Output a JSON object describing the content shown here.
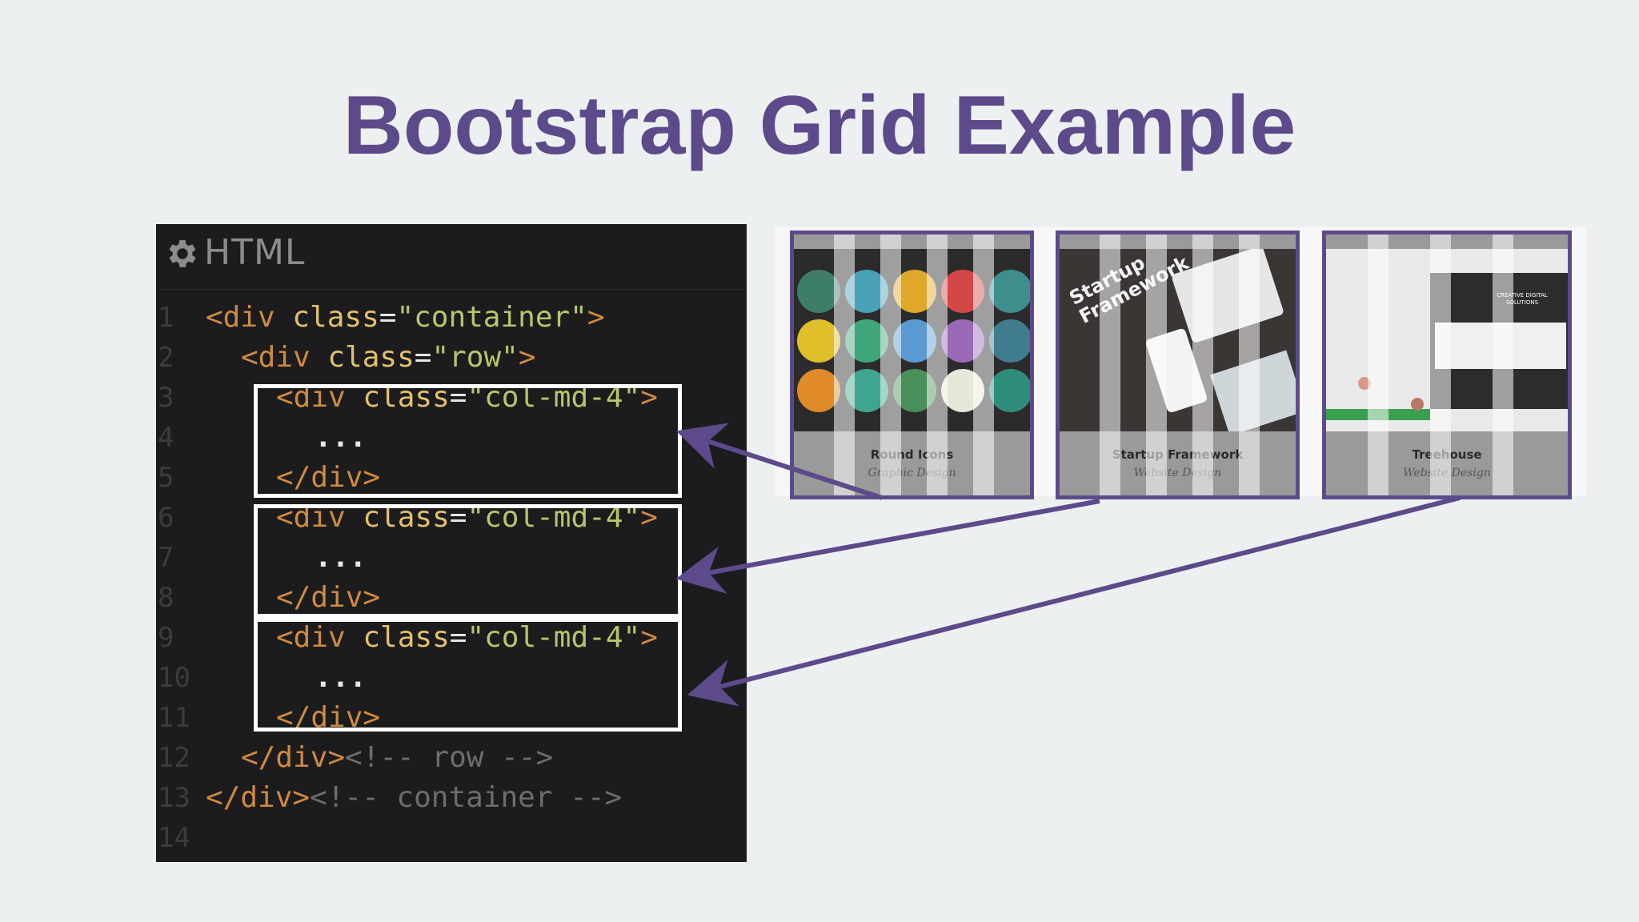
{
  "slide": {
    "title": "Bootstrap Grid Example"
  },
  "editor": {
    "language": "HTML",
    "gear_icon": "gear-icon",
    "line_numbers": [
      "1",
      "2",
      "3",
      "4",
      "5",
      "6",
      "7",
      "8",
      "9",
      "10",
      "11",
      "12",
      "13",
      "14"
    ],
    "lines": {
      "l1": {
        "open": "<div ",
        "attr": "class",
        "eq": "=",
        "val": "\"container\"",
        "close": ">"
      },
      "l2": {
        "open": "<div ",
        "attr": "class",
        "eq": "=",
        "val": "\"row\"",
        "close": ">"
      },
      "l3": {
        "open": "<div ",
        "attr": "class",
        "eq": "=",
        "val": "\"col-md-4\"",
        "close": ">"
      },
      "l4": {
        "text": "..."
      },
      "l5": {
        "close": "</div>"
      },
      "l6": {
        "open": "<div ",
        "attr": "class",
        "eq": "=",
        "val": "\"col-md-4\"",
        "close": ">"
      },
      "l7": {
        "text": "..."
      },
      "l8": {
        "close": "</div>"
      },
      "l9": {
        "open": "<div ",
        "attr": "class",
        "eq": "=",
        "val": "\"col-md-4\"",
        "close": ">"
      },
      "l10": {
        "text": "..."
      },
      "l11": {
        "close": "</div>"
      },
      "l12": {
        "close": "</div>",
        "comment": "<!-- row -->"
      },
      "l13": {
        "close": "</div>",
        "comment": "<!-- container -->"
      }
    }
  },
  "preview": {
    "cards": [
      {
        "title": "Round Icons",
        "subtitle": "Graphic Design"
      },
      {
        "title": "Startup Framework",
        "subtitle": "Website Design"
      },
      {
        "title": "Treehouse",
        "subtitle": "Website Design"
      }
    ],
    "card2_image_text": [
      "Startup",
      "Framework"
    ],
    "card3_image_text": [
      "CREATIVE DIGITAL",
      "SOLUTIONS"
    ]
  },
  "colors": {
    "accent": "#5d4a8a",
    "background": "#ecf0f0",
    "editor_bg": "#1c1c1e",
    "tag": "#d08a3f",
    "attr": "#e3c06b",
    "string": "#b9c56a",
    "comment": "#6d6d6d"
  }
}
